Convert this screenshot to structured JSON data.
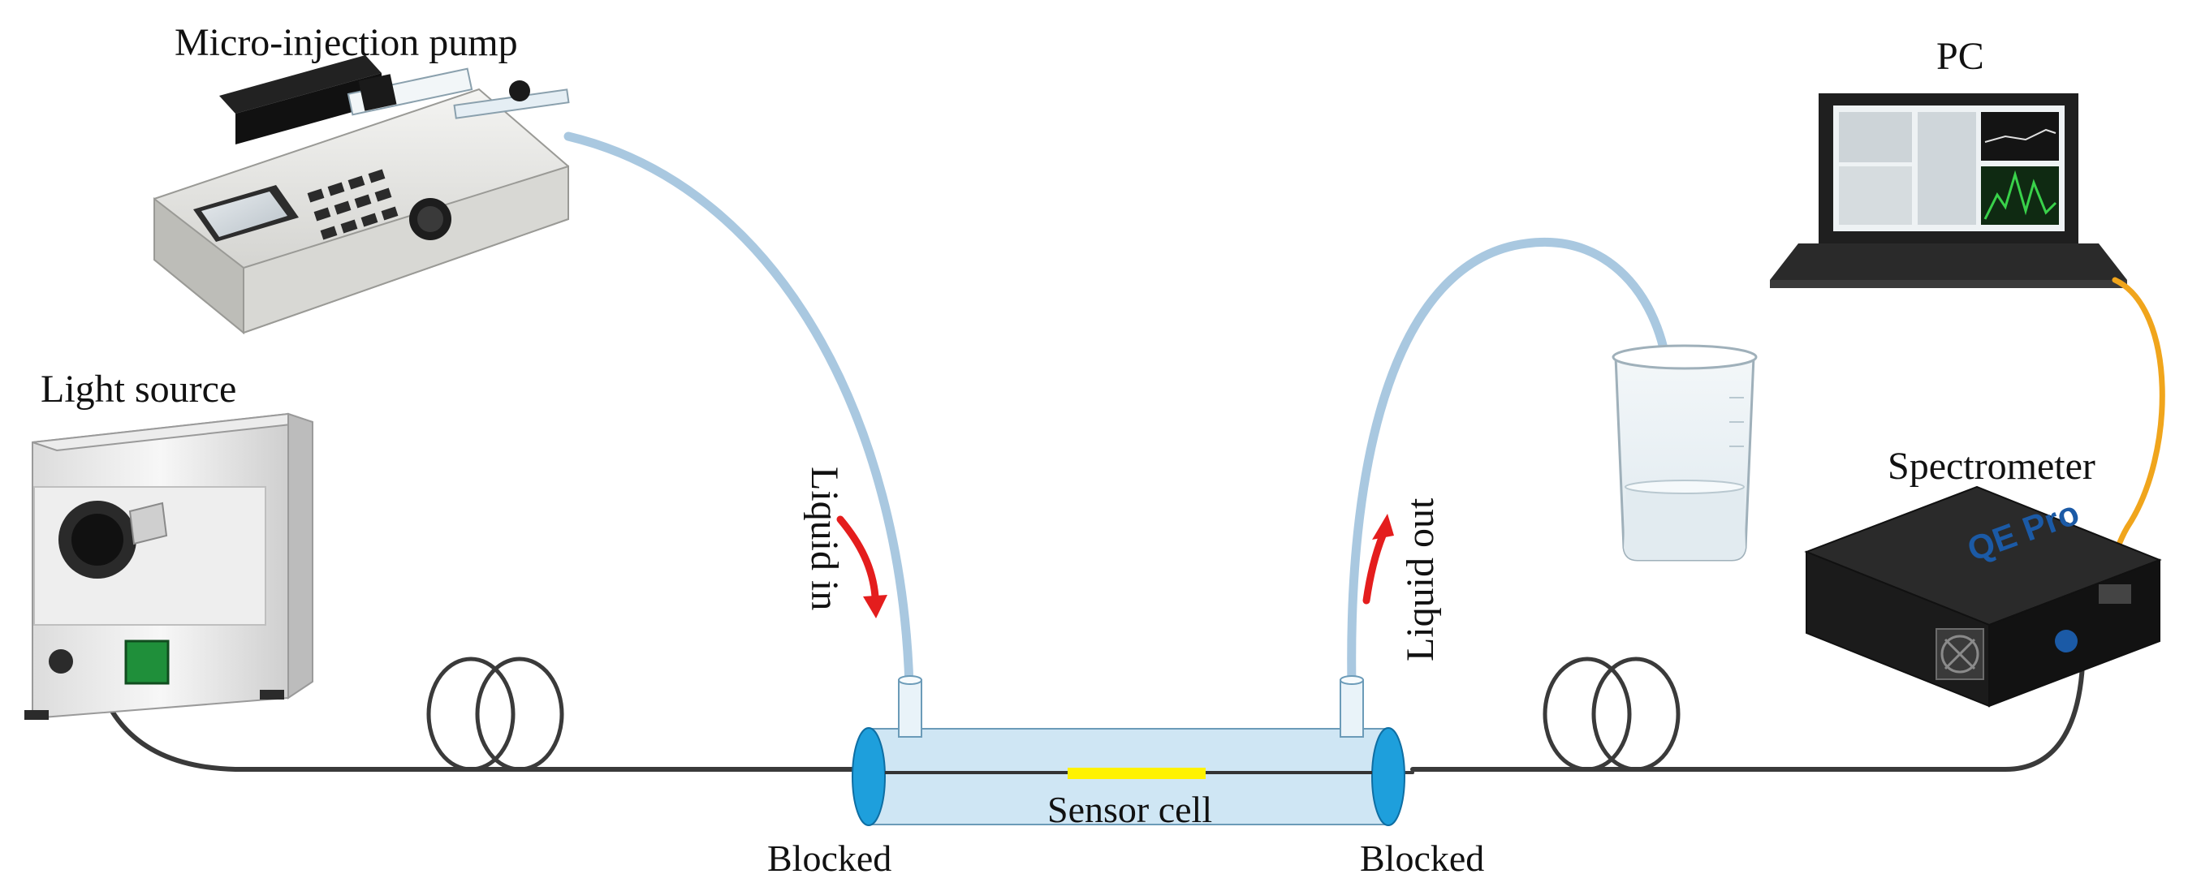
{
  "labels": {
    "pump": "Micro-injection pump",
    "pc": "PC",
    "light_source": "Light source",
    "spectrometer": "Spectrometer",
    "liquid_in": "Liquid in",
    "liquid_out": "Liquid out",
    "sensor_cell": "Sensor cell",
    "blocked_left": "Blocked",
    "blocked_right": "Blocked",
    "spectrometer_brand": "QE Pro"
  },
  "colors": {
    "tube": "#a9c8e0",
    "fiber": "#3a3a3a",
    "usb_cable": "#f0a51c",
    "arrow": "#e41d1d",
    "cell_body": "#cfe6f4",
    "cell_cap": "#1e9fdc",
    "sensor": "#fff200",
    "spectrometer_body": "#1b1b1b",
    "brand_blue": "#1b5aa6"
  }
}
